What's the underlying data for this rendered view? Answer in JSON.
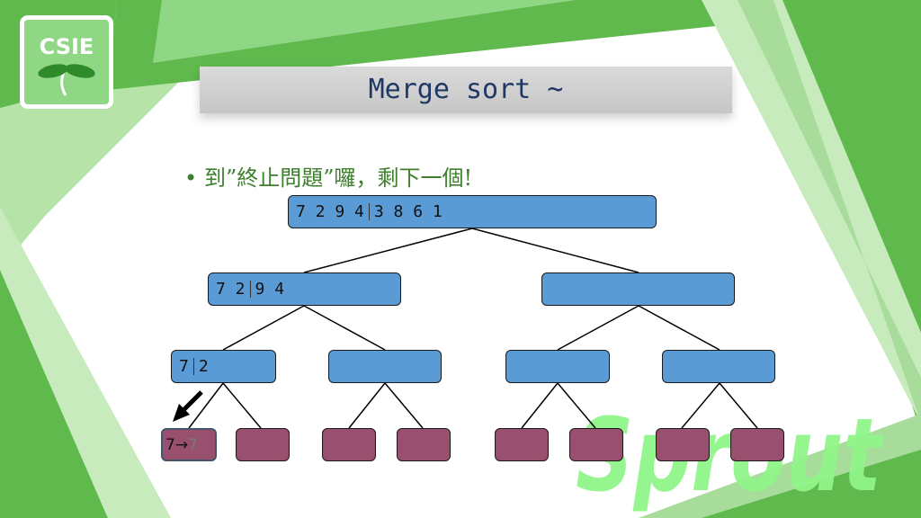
{
  "slide": {
    "logo_text": "CSIE",
    "title": "Merge sort ~",
    "bullet": "到”終止問題”囉，剩下一個!",
    "watermark": "Sprout"
  },
  "tree": {
    "root": {
      "left": "7 2 9 4",
      "right": "3 8 6 1"
    },
    "level1": [
      {
        "left": "7 2",
        "right": "9 4"
      },
      {
        "left": "",
        "right": ""
      }
    ],
    "level2": [
      {
        "left": "7",
        "right": "2"
      },
      {
        "left": "",
        "right": ""
      },
      {
        "left": "",
        "right": ""
      },
      {
        "left": "",
        "right": ""
      }
    ],
    "leaf_active": {
      "value": "7",
      "arrow": "→",
      "result": "7"
    }
  },
  "colors": {
    "background_green": "#5fb94d",
    "light_green": "#a8dc9b",
    "node_blue": "#5b9bd5",
    "leaf_purple": "#98506e",
    "title_text": "#1f3864",
    "bullet_text": "#3c7f2c",
    "watermark": "#90f58a"
  }
}
